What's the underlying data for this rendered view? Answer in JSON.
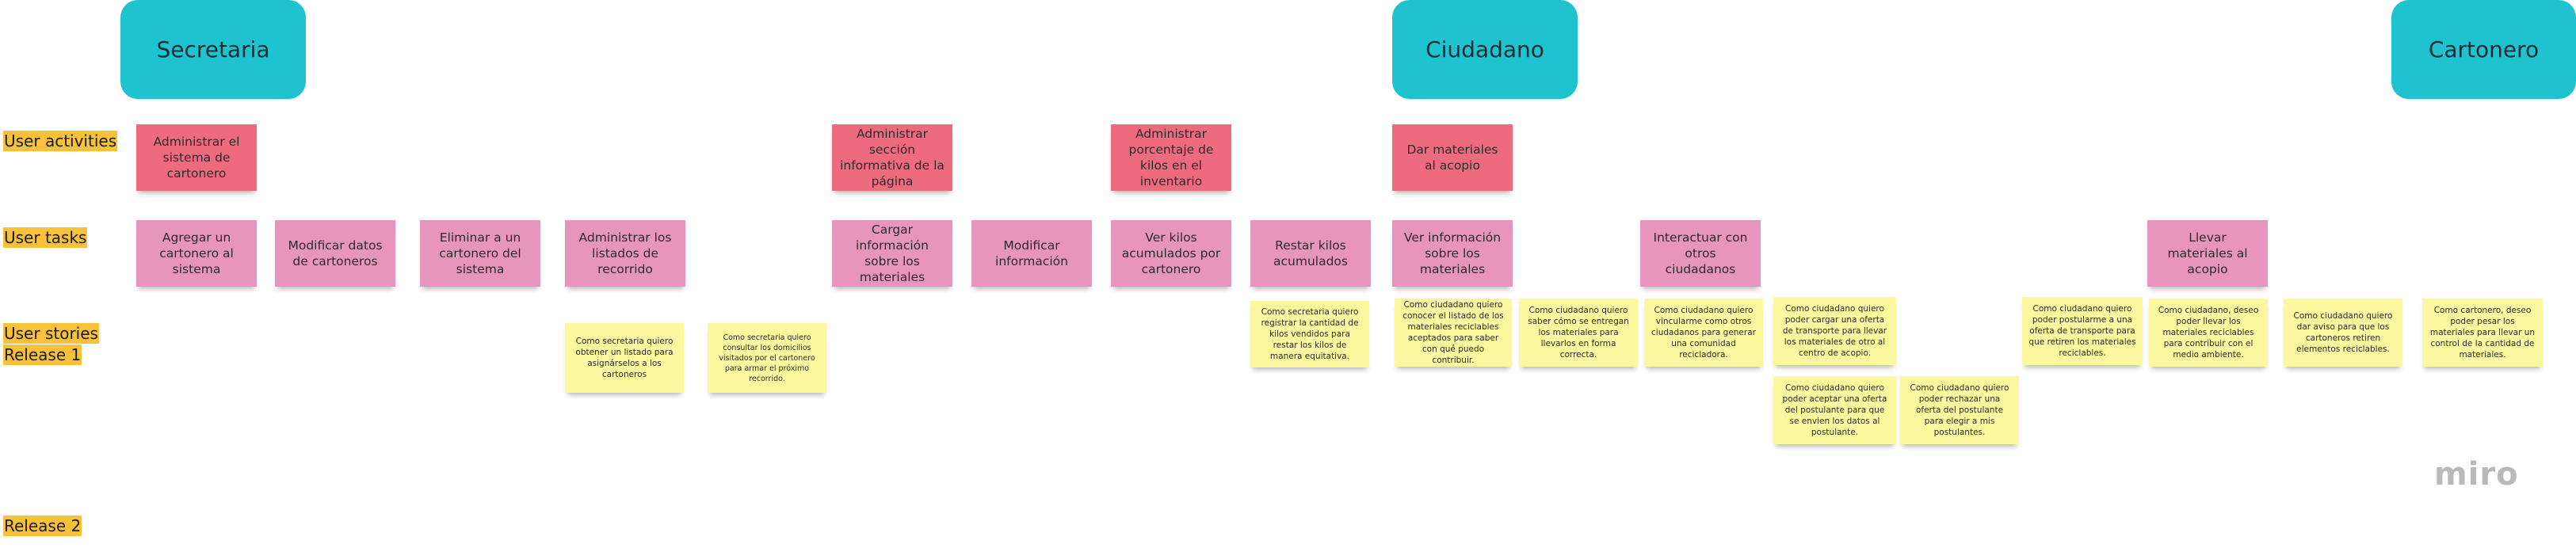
{
  "personas": [
    "Secretaria",
    "Ciudadano",
    "Cartonero"
  ],
  "row_labels": {
    "activities": "User activities",
    "tasks": "User tasks",
    "stories": "User stories",
    "release1": "Release 1",
    "release2": "Release 2"
  },
  "activities": [
    "Administrar el sistema de cartonero",
    "Administrar sección informativa de la página",
    "Administrar porcentaje de kilos en el inventario",
    "Dar materiales al acopio"
  ],
  "tasks": [
    "Agregar un cartonero al sistema",
    "Modificar datos de cartoneros",
    "Eliminar a un cartonero del sistema",
    "Administrar los listados de recorrido",
    "Cargar información sobre los materiales",
    "Modificar información",
    "Ver kilos acumulados por cartonero",
    "Restar kilos acumulados",
    "Ver información sobre los materiales",
    "Interactuar con otros ciudadanos",
    "Llevar materiales al acopio"
  ],
  "stories": [
    "Como secretaria quiero obtener un listado para asignárselos a los cartoneros",
    "Como secretaria quiero consultar los domicilios visitados por el cartonero para armar el próximo recorrido.",
    "Como secretaria quiero registrar la cantidad de kilos vendidos para restar los kilos de manera equitativa.",
    "Como ciudadano quiero conocer el listado de los materiales reciclables aceptados para saber con qué puedo contribuir.",
    "Como ciudadano quiero saber cómo se entregan los materiales para llevarlos en forma correcta.",
    "Como ciudadano quiero vincularme como otros ciudadanos para generar una comunidad recicladora.",
    "Como ciudadano quiero poder cargar una oferta de transporte para llevar los materiales de otro al centro de acopio.",
    "Como ciudadano quiero poder aceptar una oferta del postulante para que se envien los datos al postulante.",
    "Como ciudadano quiero poder rechazar una oferta del postulante para elegir a mis postulantes.",
    "Como ciudadano quiero poder postularme a una oferta de transporte para que retiren los materiales reciclables.",
    "Como ciudadano, deseo poder llevar los materiales reciclables para contribuir con el medio ambiente.",
    "Como ciudadano quiero dar aviso para que los cartoneros retiren elementos reciclables.",
    "Como cartonero, deseo poder pesar los materiales para llevar un control de la cantidad de materiales."
  ],
  "brand": "miro",
  "colors": {
    "persona": "#1ec3cf",
    "activity": "#ee6a7e",
    "task": "#e895bd",
    "story": "#fbf8a0",
    "row_label": "#f7c23a"
  }
}
